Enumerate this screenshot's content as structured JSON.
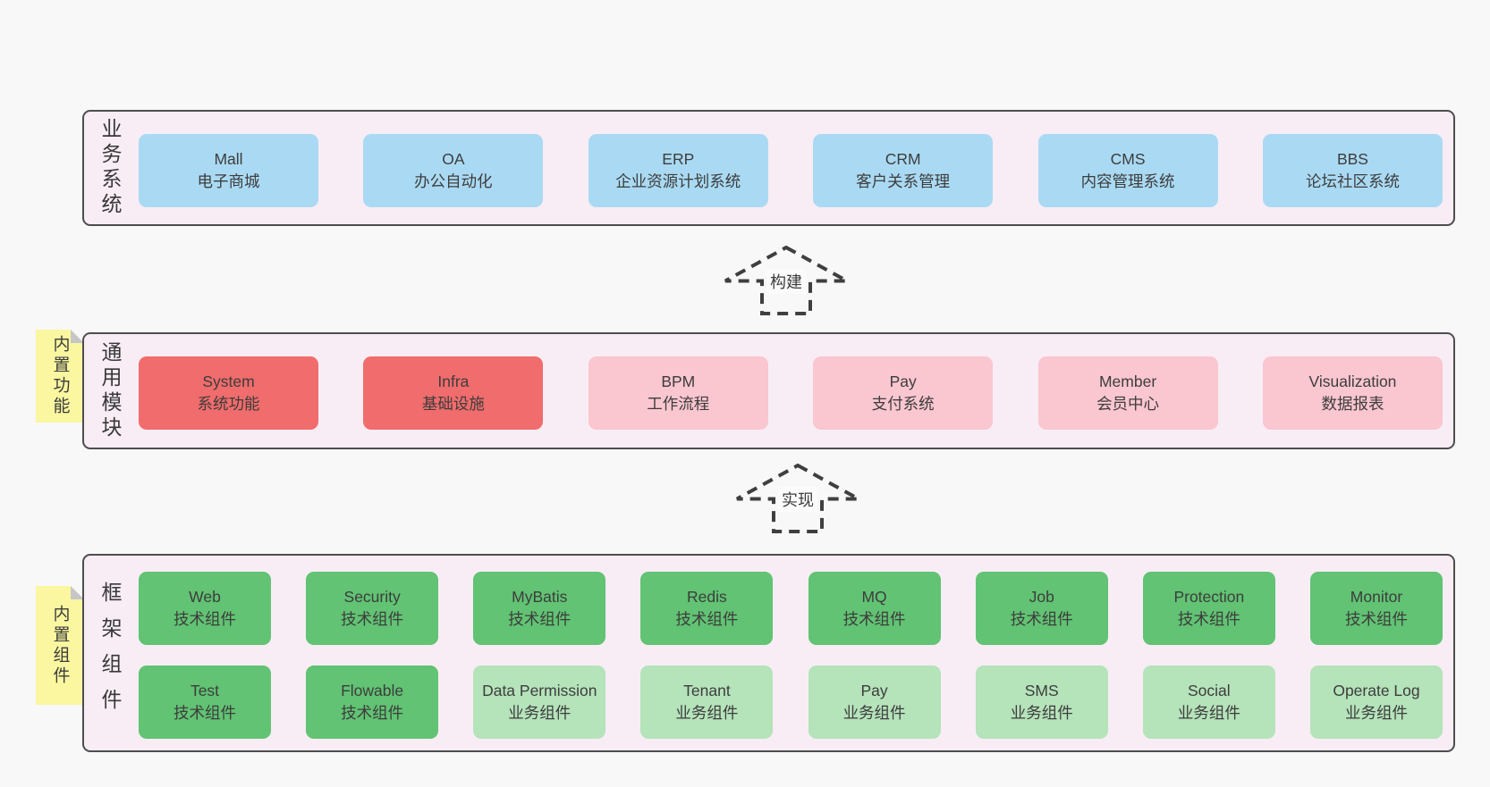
{
  "palette": {
    "page_bg": "#f8f8f8",
    "panel_bg": "#f8edf5",
    "panel_border": "#4d4d4d",
    "box_blue": "#aadaf3",
    "box_red": "#f16c6c",
    "box_pink": "#fac6d0",
    "box_green": "#61c373",
    "box_light_green": "#b5e3ba",
    "note_yellow": "#faf7a0",
    "note_fold_gray": "#c6c6c6",
    "text": "#3c3c3c"
  },
  "sections": {
    "business": {
      "label": "业务系统",
      "boxes": [
        {
          "title": "Mall",
          "subtitle": "电子商城"
        },
        {
          "title": "OA",
          "subtitle": "办公自动化"
        },
        {
          "title": "ERP",
          "subtitle": "企业资源计划系统"
        },
        {
          "title": "CRM",
          "subtitle": "客户关系管理"
        },
        {
          "title": "CMS",
          "subtitle": "内容管理系统"
        },
        {
          "title": "BBS",
          "subtitle": "论坛社区系统"
        }
      ]
    },
    "modules": {
      "label": "通用模块",
      "note": "内置功能",
      "boxes": [
        {
          "title": "System",
          "subtitle": "系统功能",
          "tone": "red"
        },
        {
          "title": "Infra",
          "subtitle": "基础设施",
          "tone": "red"
        },
        {
          "title": "BPM",
          "subtitle": "工作流程",
          "tone": "pink"
        },
        {
          "title": "Pay",
          "subtitle": "支付系统",
          "tone": "pink"
        },
        {
          "title": "Member",
          "subtitle": "会员中心",
          "tone": "pink"
        },
        {
          "title": "Visualization",
          "subtitle": "数据报表",
          "tone": "pink"
        }
      ]
    },
    "framework": {
      "label": "框架组件",
      "note": "内置组件",
      "row1": [
        {
          "title": "Web",
          "subtitle": "技术组件",
          "tone": "green"
        },
        {
          "title": "Security",
          "subtitle": "技术组件",
          "tone": "green"
        },
        {
          "title": "MyBatis",
          "subtitle": "技术组件",
          "tone": "green"
        },
        {
          "title": "Redis",
          "subtitle": "技术组件",
          "tone": "green"
        },
        {
          "title": "MQ",
          "subtitle": "技术组件",
          "tone": "green"
        },
        {
          "title": "Job",
          "subtitle": "技术组件",
          "tone": "green"
        },
        {
          "title": "Protection",
          "subtitle": "技术组件",
          "tone": "green"
        },
        {
          "title": "Monitor",
          "subtitle": "技术组件",
          "tone": "green"
        }
      ],
      "row2": [
        {
          "title": "Test",
          "subtitle": "技术组件",
          "tone": "green"
        },
        {
          "title": "Flowable",
          "subtitle": "技术组件",
          "tone": "green"
        },
        {
          "title": "Data Permission",
          "subtitle": "业务组件",
          "tone": "lightgreen"
        },
        {
          "title": "Tenant",
          "subtitle": "业务组件",
          "tone": "lightgreen"
        },
        {
          "title": "Pay",
          "subtitle": "业务组件",
          "tone": "lightgreen"
        },
        {
          "title": "SMS",
          "subtitle": "业务组件",
          "tone": "lightgreen"
        },
        {
          "title": "Social",
          "subtitle": "业务组件",
          "tone": "lightgreen"
        },
        {
          "title": "Operate Log",
          "subtitle": "业务组件",
          "tone": "lightgreen"
        }
      ]
    }
  },
  "arrows": {
    "build": {
      "label": "构建"
    },
    "implement": {
      "label": "实现"
    }
  }
}
